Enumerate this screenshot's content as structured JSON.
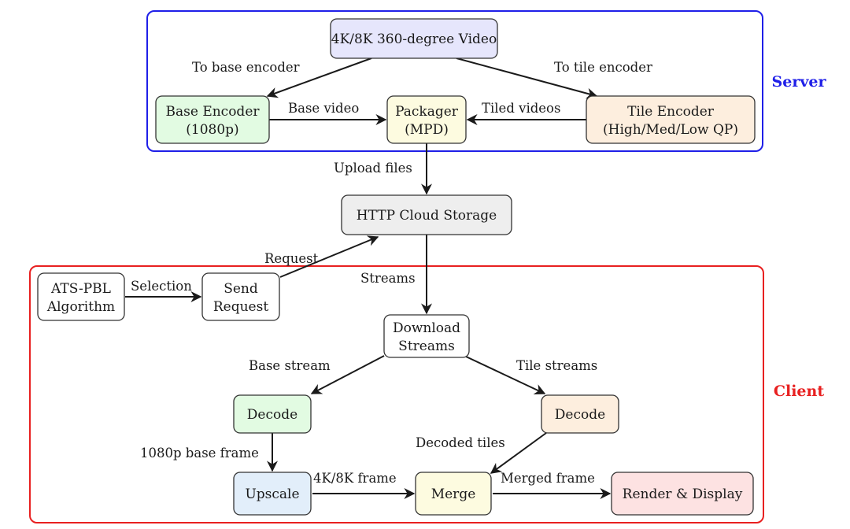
{
  "groups": {
    "server": {
      "label": "Server",
      "color": "#1f1fe8"
    },
    "client": {
      "label": "Client",
      "color": "#e82020"
    }
  },
  "nodes": {
    "source": {
      "lines": [
        "4K/8K 360-degree Video"
      ],
      "fill": "#e6e6fc"
    },
    "base_enc": {
      "lines": [
        "Base Encoder",
        "(1080p)"
      ],
      "fill": "#e2fbe2"
    },
    "packager": {
      "lines": [
        "Packager",
        "(MPD)"
      ],
      "fill": "#fdfbe0"
    },
    "tile_enc": {
      "lines": [
        "Tile Encoder",
        "(High/Med/Low QP)"
      ],
      "fill": "#fdeede"
    },
    "storage": {
      "lines": [
        "HTTP Cloud Storage"
      ],
      "fill": "#eeeeee"
    },
    "ats": {
      "lines": [
        "ATS-PBL",
        "Algorithm"
      ],
      "fill": "#ffffff"
    },
    "send": {
      "lines": [
        "Send",
        "Request"
      ],
      "fill": "#ffffff"
    },
    "download": {
      "lines": [
        "Download",
        "Streams"
      ],
      "fill": "#ffffff"
    },
    "decode_b": {
      "lines": [
        "Decode"
      ],
      "fill": "#e2fbe2"
    },
    "decode_t": {
      "lines": [
        "Decode"
      ],
      "fill": "#fdeede"
    },
    "upscale": {
      "lines": [
        "Upscale"
      ],
      "fill": "#e2eefa"
    },
    "merge": {
      "lines": [
        "Merge"
      ],
      "fill": "#fdfbe0"
    },
    "render": {
      "lines": [
        "Render & Display"
      ],
      "fill": "#fde2e2"
    }
  },
  "edge_labels": {
    "to_base": "To base encoder",
    "to_tile": "To tile encoder",
    "base_video": "Base video",
    "tiled_videos": "Tiled videos",
    "upload": "Upload files",
    "request": "Request",
    "selection": "Selection",
    "streams": "Streams",
    "base_stream": "Base stream",
    "tile_streams": "Tile streams",
    "base_frame": "1080p base frame",
    "decoded_tiles": "Decoded tiles",
    "k_frame": "4K/8K frame",
    "merged_frame": "Merged frame"
  }
}
